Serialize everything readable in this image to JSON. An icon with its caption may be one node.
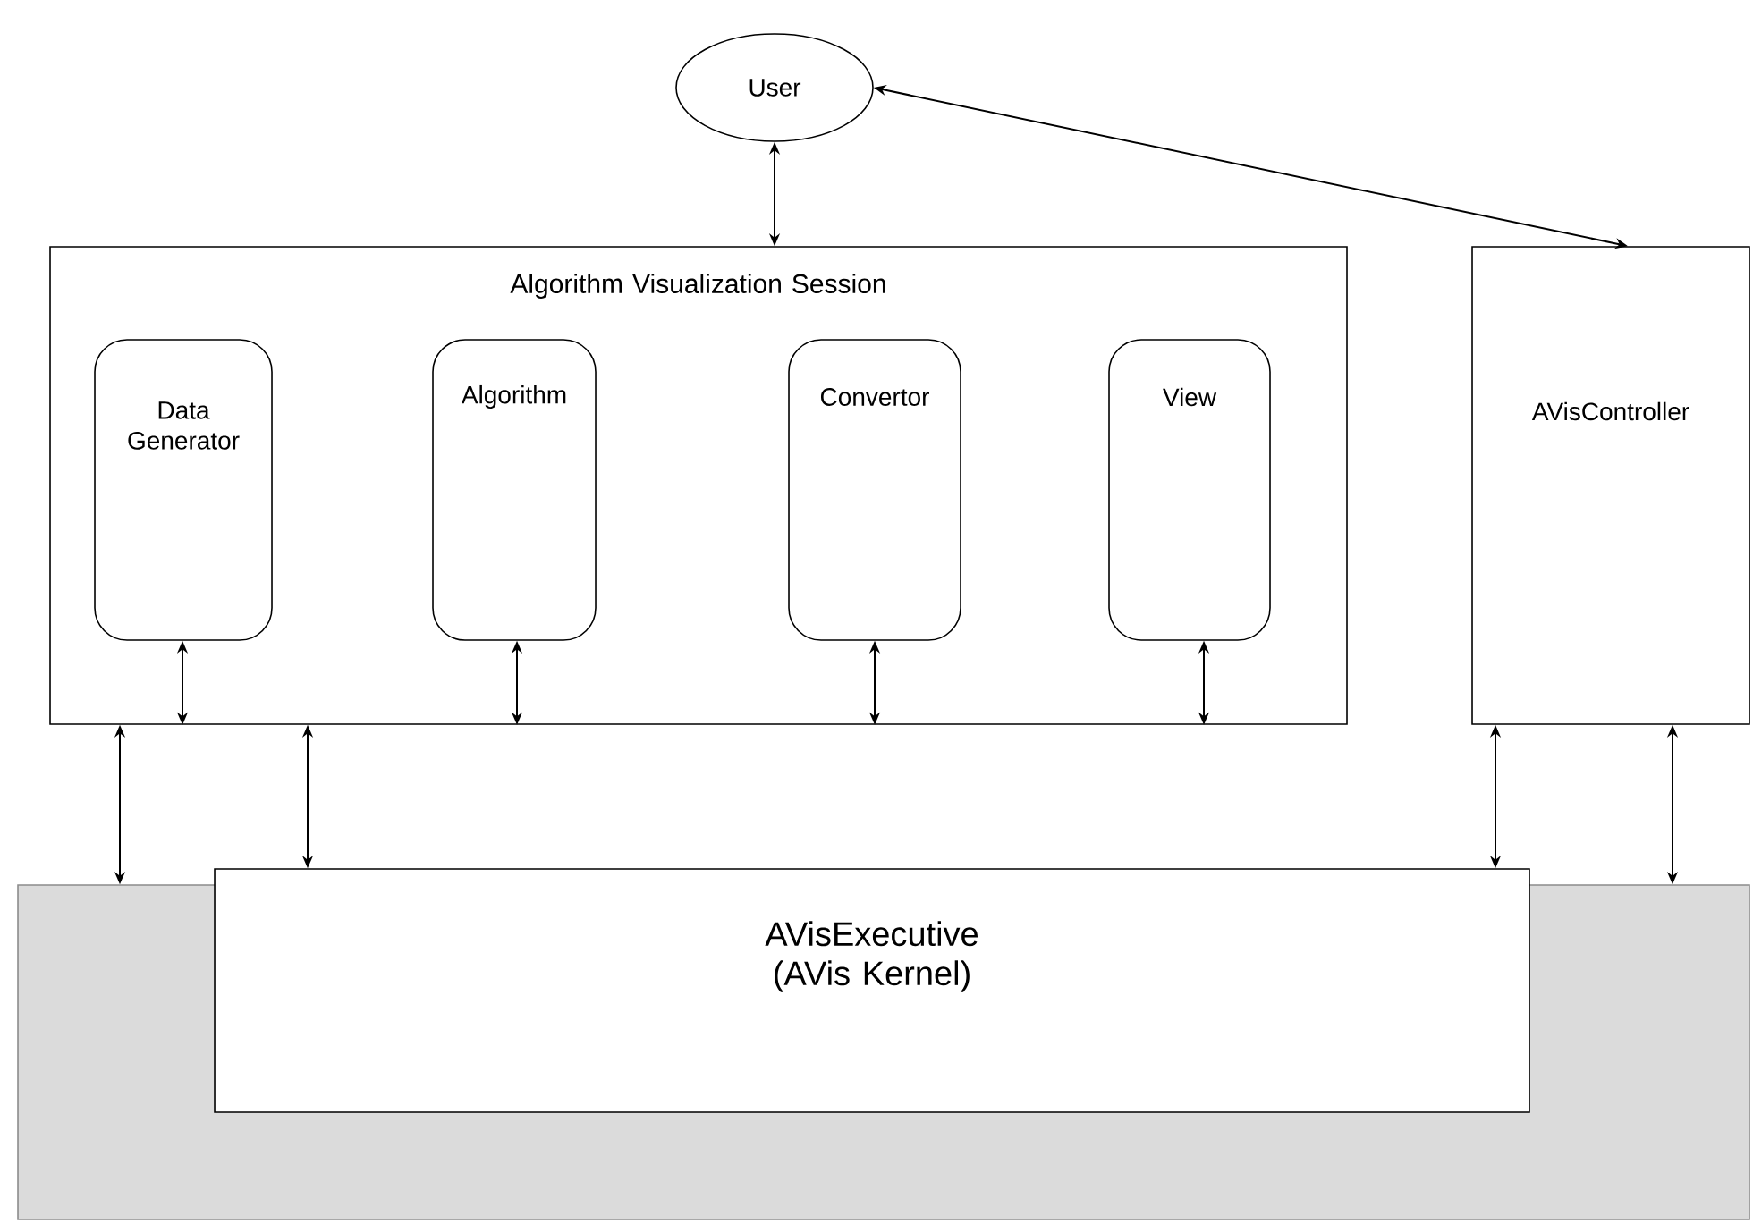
{
  "diagram": {
    "nodes": [
      {
        "text": [
          "User"
        ]
      },
      {
        "text": [
          "Algorithm Visualization Session"
        ]
      },
      {
        "text": [
          "Data Generator"
        ],
        "in": 1
      },
      {
        "text": [
          "Algorithm"
        ],
        "in": 1
      },
      {
        "text": [
          "Convertor"
        ],
        "in": 1
      },
      {
        "text": [
          "View"
        ],
        "in": 1
      },
      {
        "text": [
          "AVisController"
        ]
      },
      {
        "text": [],
        "shape": "box"
      },
      {
        "text": [
          "AVisExecutive (AVis Kernel)"
        ]
      }
    ],
    "edges": [
      {
        "from": 0,
        "to": 1,
        "arrow": "both"
      },
      {
        "from": 0,
        "to": 6,
        "arrow": "both"
      },
      {
        "from": 2,
        "to": 1,
        "arrow": "both"
      },
      {
        "from": 3,
        "to": 1,
        "arrow": "both"
      },
      {
        "from": 4,
        "to": 1,
        "arrow": "both"
      },
      {
        "from": 5,
        "to": 1,
        "arrow": "both"
      },
      {
        "from": 1,
        "to": 7,
        "arrow": "both"
      },
      {
        "from": 1,
        "to": 8,
        "arrow": "both"
      },
      {
        "from": 6,
        "to": 8,
        "arrow": "both"
      },
      {
        "from": 6,
        "to": 7,
        "arrow": "both"
      }
    ]
  }
}
